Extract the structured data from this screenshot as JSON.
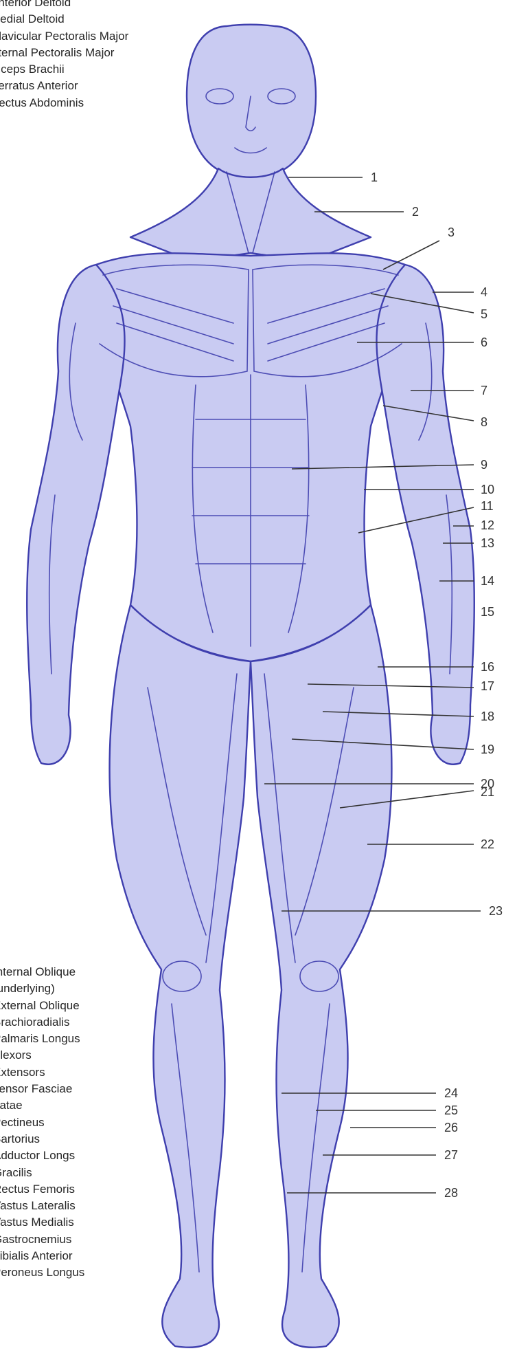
{
  "legend_top": [
    "Anterior Deltoid",
    "Medial Deltoid",
    "Clavicular Pectoralis Major",
    "Sternal Pectoralis Major",
    "Biceps Brachii",
    "Serratus Anterior",
    "Rectus Abdominis"
  ],
  "legend_bottom": [
    "Internal Oblique",
    "(underlying)",
    "External  Oblique",
    "Brachioradialis",
    "Palmaris Longus",
    "Flexors",
    "Extensors",
    "Tensor Fasciae",
    "Latae",
    "Pectineus",
    "Sartorius",
    "Adductor  Longs",
    "Gracilis",
    "Rectus Femoris",
    "Vastus Lateralis",
    "Vastus Medialis",
    "Gastrocnemius",
    "Tibialis Anterior",
    "Peroneus Longus"
  ],
  "callouts": [
    "1",
    "2",
    "3",
    "4",
    "5",
    "6",
    "7",
    "8",
    "9",
    "10",
    "11",
    "12",
    "13",
    "14",
    "15",
    "16",
    "17",
    "18",
    "19",
    "20",
    "21",
    "22",
    "23",
    "24",
    "25",
    "26",
    "27",
    "28"
  ],
  "colors": {
    "ink": "#3f3fae",
    "ink_dark": "#262680",
    "muscle_fill": "#c9cbf2",
    "muscle_light": "#e4e5fa",
    "label_text": "#333333"
  }
}
